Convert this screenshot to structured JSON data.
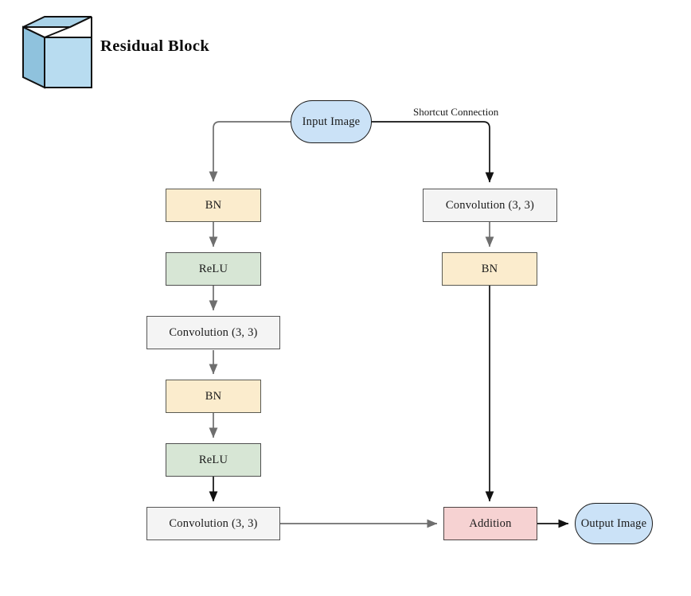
{
  "diagram": {
    "title": "Residual Block",
    "legend_icon": "cube-icon",
    "colors": {
      "cube_front": "#b8dcf0",
      "cube_top": "#a9d2e8",
      "cube_side": "#8fc2dd",
      "stadium_fill": "#cbe2f7",
      "batchnorm_fill": "#fbeccd",
      "relu_fill": "#d7e6d5",
      "conv_fill": "#f4f4f4",
      "addition_fill": "#f6d2d2",
      "arrow_gray": "#6e6e6e",
      "arrow_black": "#111111",
      "stroke": "#4a4a4a"
    },
    "nodes": {
      "input_image": "Input Image",
      "output_image": "Output Image",
      "main_bn_1": "BN",
      "main_relu_1": "ReLU",
      "main_conv_1": "Convolution (3, 3)",
      "main_bn_2": "BN",
      "main_relu_2": "ReLU",
      "main_conv_2": "Convolution (3, 3)",
      "shortcut_conv": "Convolution (3, 3)",
      "shortcut_bn": "BN",
      "addition": "Addition"
    },
    "edge_labels": {
      "shortcut": "Shortcut Connection"
    }
  }
}
